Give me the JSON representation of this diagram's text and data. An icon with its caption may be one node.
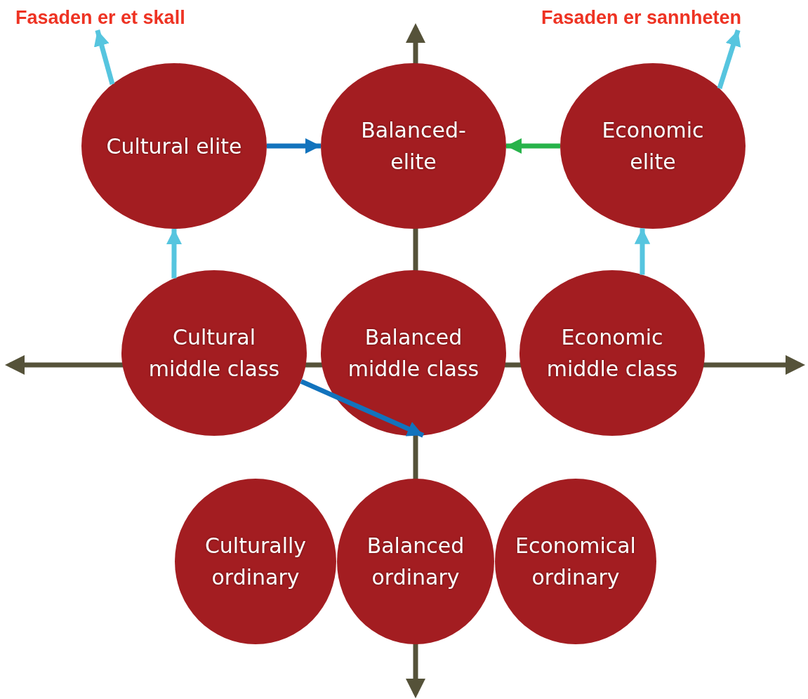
{
  "diagram": {
    "nodes": [
      {
        "text": [
          "Fasaden er et skall"
        ]
      },
      {
        "text": [
          "Fasaden er sannheten"
        ]
      },
      {
        "text": [
          "Cultural elite"
        ]
      },
      {
        "text": [
          "Balanced- elite"
        ]
      },
      {
        "text": [
          "Economic elite"
        ]
      },
      {
        "text": [
          "Cultural middle class"
        ]
      },
      {
        "text": [
          "Balanced middle class"
        ]
      },
      {
        "text": [
          "Economic middle class"
        ]
      },
      {
        "text": [
          "Culturally ordinary"
        ]
      },
      {
        "text": [
          "Balanced ordinary"
        ]
      },
      {
        "text": [
          "Economical ordinary"
        ]
      }
    ],
    "edges": [
      {
        "from": 5,
        "to": 2,
        "arrow": "to"
      },
      {
        "from": 2,
        "to": 0,
        "arrow": "to"
      },
      {
        "from": 2,
        "to": 3,
        "arrow": "to",
        "color": "#1273bd"
      },
      {
        "from": 4,
        "to": 3,
        "arrow": "to",
        "color": "#27b34a"
      },
      {
        "from": 7,
        "to": 4,
        "arrow": "to"
      },
      {
        "from": 4,
        "to": 1,
        "arrow": "to"
      },
      {
        "from": 5,
        "to": 6,
        "arrow": "to",
        "color": "#1273bd"
      }
    ]
  }
}
